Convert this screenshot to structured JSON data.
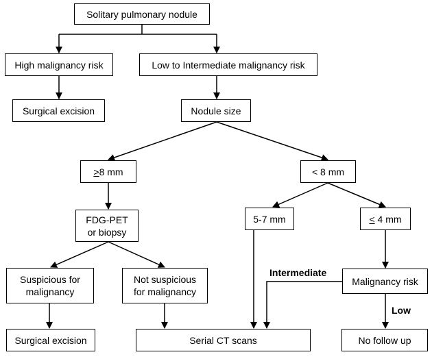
{
  "diagram": {
    "nodes": {
      "root": "Solitary pulmonary nodule",
      "high_risk": "High malignancy risk",
      "low_int_risk": "Low to Intermediate malignancy risk",
      "surgical_excision_top": "Surgical excision",
      "nodule_size": "Nodule size",
      "ge8": {
        "symbol": ">",
        "text": "8 mm"
      },
      "lt8": "< 8 mm",
      "fdg_pet": {
        "line1": "FDG-PET",
        "line2": "or biopsy"
      },
      "size_5_7": "5-7 mm",
      "le4": {
        "symbol": "<",
        "text": " 4 mm"
      },
      "suspicious": {
        "line1": "Suspicious for",
        "line2": "malignancy"
      },
      "not_suspicious": {
        "line1": "Not suspicious",
        "line2": "for malignancy"
      },
      "malignancy_risk": "Malignancy risk",
      "surgical_excision_bottom": "Surgical excision",
      "serial_ct": "Serial CT scans",
      "no_follow_up": "No follow up"
    },
    "edge_labels": {
      "intermediate": "Intermediate",
      "low": "Low"
    }
  }
}
